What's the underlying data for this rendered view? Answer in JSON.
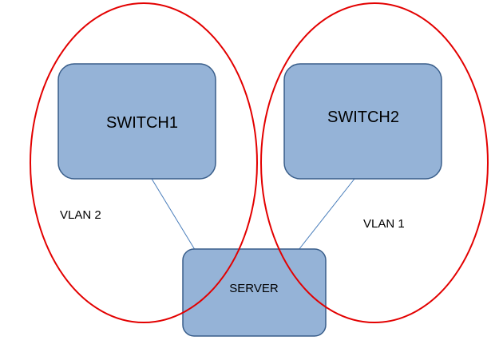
{
  "nodes": {
    "switch1": {
      "label": "SWITCH1"
    },
    "switch2": {
      "label": "SWITCH2"
    },
    "server": {
      "label": "SERVER"
    }
  },
  "zones": {
    "vlan2": {
      "label": "VLAN 2"
    },
    "vlan1": {
      "label": "VLAN 1"
    }
  },
  "colors": {
    "box_fill": "#95b3d7",
    "box_stroke": "#385d8a",
    "connector": "#4a7ebb",
    "zone_outline": "#e30000",
    "background": "#ffffff"
  }
}
